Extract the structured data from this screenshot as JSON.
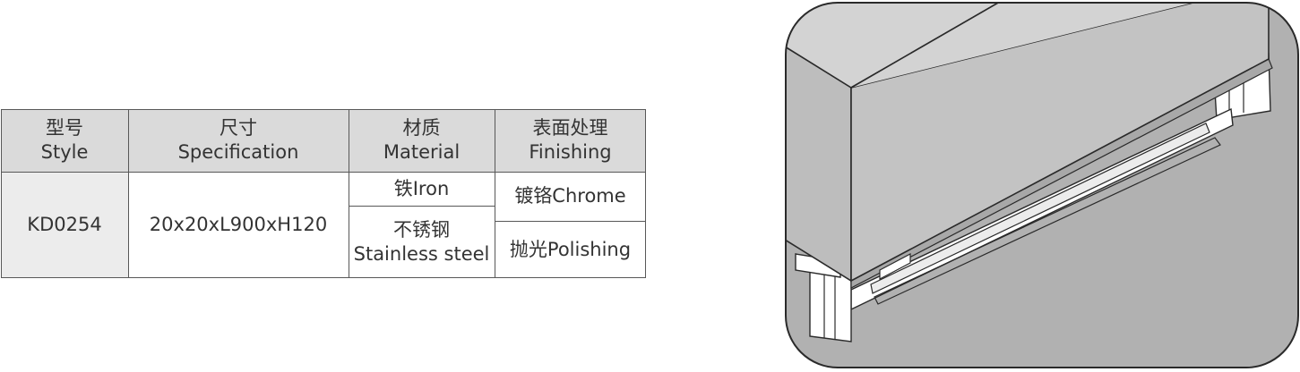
{
  "spec_table": {
    "headers": [
      {
        "zh": "型号",
        "en": "Style"
      },
      {
        "zh": "尺寸",
        "en": "Specification"
      },
      {
        "zh": "材质",
        "en": "Material"
      },
      {
        "zh": "表面处理",
        "en": "Finishing"
      }
    ],
    "row": {
      "style": "KD0254",
      "specification": "20x20xL900xH120",
      "materials": [
        {
          "zh": "铁Iron",
          "en": ""
        },
        {
          "zh": "不锈钢",
          "en": "Stainless steel"
        }
      ],
      "finishing": [
        "镀铬Chrome",
        "抛光Polishing"
      ]
    }
  },
  "colors": {
    "header_bg": "#dadada",
    "style_cell_bg": "#ececec",
    "border": "#585858",
    "text": "#333333",
    "shelf_top": "#d3d3d3",
    "wall": "#b1b1b1",
    "bracket": "#ffffff"
  },
  "illustration": {
    "subject": "shelf-with-mounting-bracket",
    "icon": "shelf-bracket-icon"
  }
}
